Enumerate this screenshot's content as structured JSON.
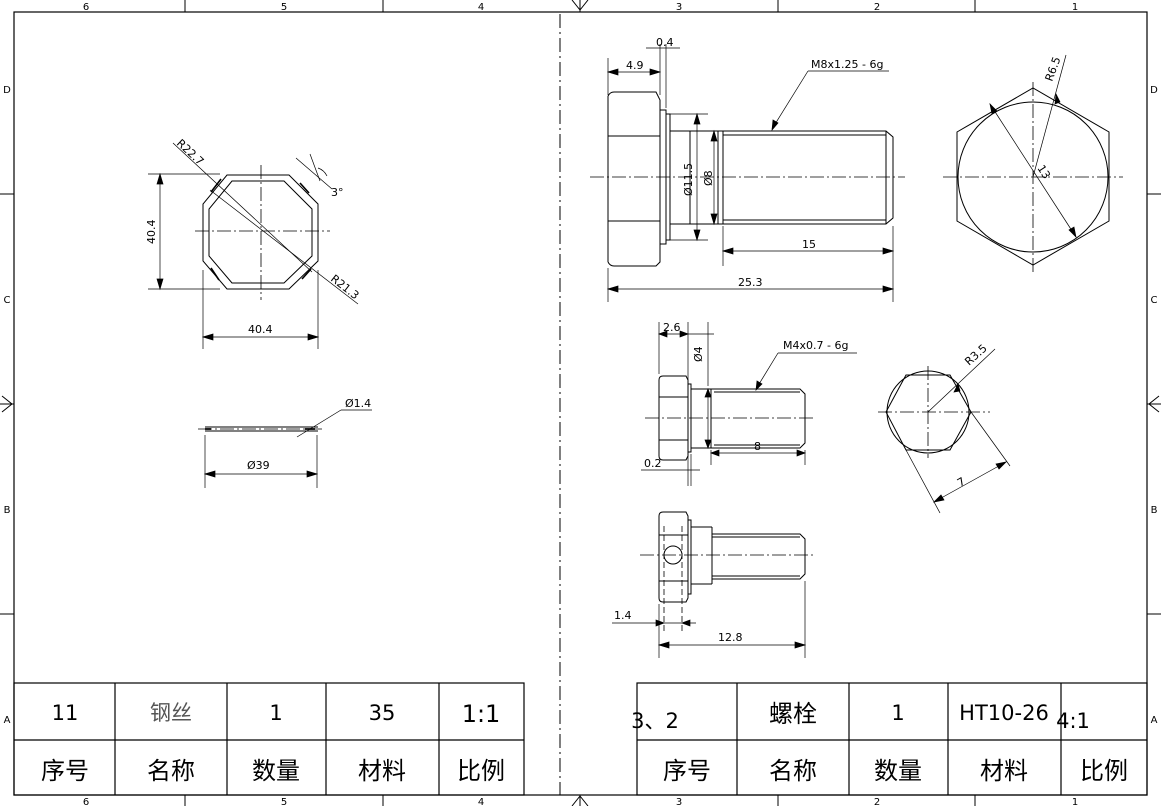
{
  "zones": {
    "top": [
      "6",
      "5",
      "4",
      "3",
      "2",
      "1"
    ],
    "bottom": [
      "6",
      "5",
      "4",
      "3",
      "2",
      "1"
    ],
    "left": [
      "D",
      "C",
      "B",
      "A"
    ],
    "right": [
      "D",
      "C",
      "B",
      "A"
    ]
  },
  "left_part": {
    "dims": {
      "r_outer": "R22.7",
      "angle": "3°",
      "height": "40.4",
      "r_inner": "R21.3",
      "width": "40.4",
      "wire_dia": "Ø1.4",
      "ring_dia": "Ø39"
    }
  },
  "right_part": {
    "bolt1": {
      "flange": "0.4",
      "head_len": "4.9",
      "thread": "M8x1.25 - 6g",
      "flange_dia": "Ø11.5",
      "shank_dia": "Ø8",
      "thread_len": "15",
      "total_len": "25.3",
      "hex_radius": "R6.5",
      "across_flats": "13"
    },
    "bolt2": {
      "head_len": "2.6",
      "shank_dia": "Ø4",
      "thread": "M4x0.7 - 6g",
      "flange": "0.2",
      "thread_len": "8",
      "hex_radius": "R3.5",
      "across_flats": "7"
    },
    "bolt3": {
      "hole_offset": "1.4",
      "total_len": "12.8"
    }
  },
  "title_blocks": {
    "left": {
      "values": [
        "11",
        "钢丝",
        "1",
        "35",
        "1:1"
      ],
      "headers": [
        "序号",
        "名称",
        "数量",
        "材料",
        "比例"
      ]
    },
    "right": {
      "values": [
        "3、2",
        "螺栓",
        "1",
        "HT10-26",
        "4:1"
      ],
      "headers": [
        "序号",
        "名称",
        "数量",
        "材料",
        "比例"
      ]
    }
  }
}
